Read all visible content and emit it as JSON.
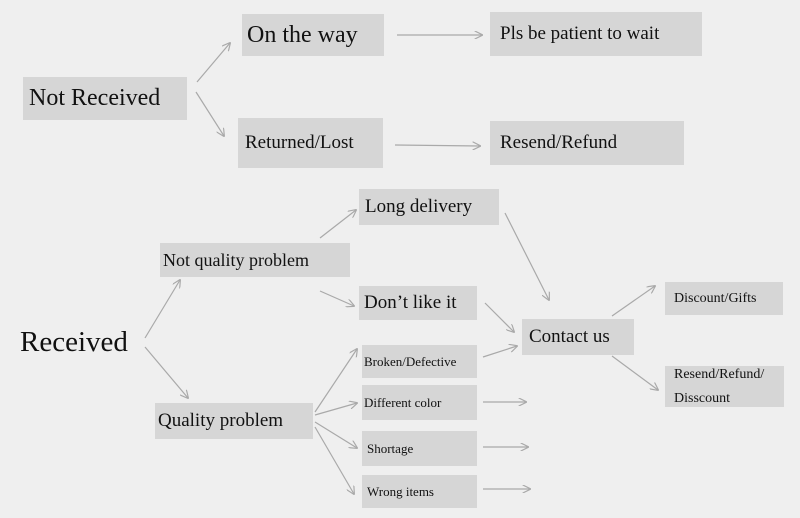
{
  "not_received": {
    "root": "Not Received",
    "on_the_way": "On the way",
    "wait": "Pls be patient to wait",
    "returned_lost": "Returned/Lost",
    "resend_refund": "Resend/Refund"
  },
  "received": {
    "root": "Received",
    "not_quality": "Not quality problem",
    "long_delivery": "Long delivery",
    "dont_like": "Don’t like it",
    "contact": "Contact us",
    "discount_gifts": "Discount/Gifts",
    "resend_refund_discount_line1": "Resend/Refund/",
    "resend_refund_discount_line2": "Disscount",
    "quality": "Quality problem",
    "broken": "Broken/Defective",
    "different_color": "Different color",
    "shortage": "Shortage",
    "wrong_items": "Wrong items"
  },
  "colors": {
    "background": "#efefef",
    "box": "#d6d6d6",
    "arrow": "#a9a9a9"
  }
}
